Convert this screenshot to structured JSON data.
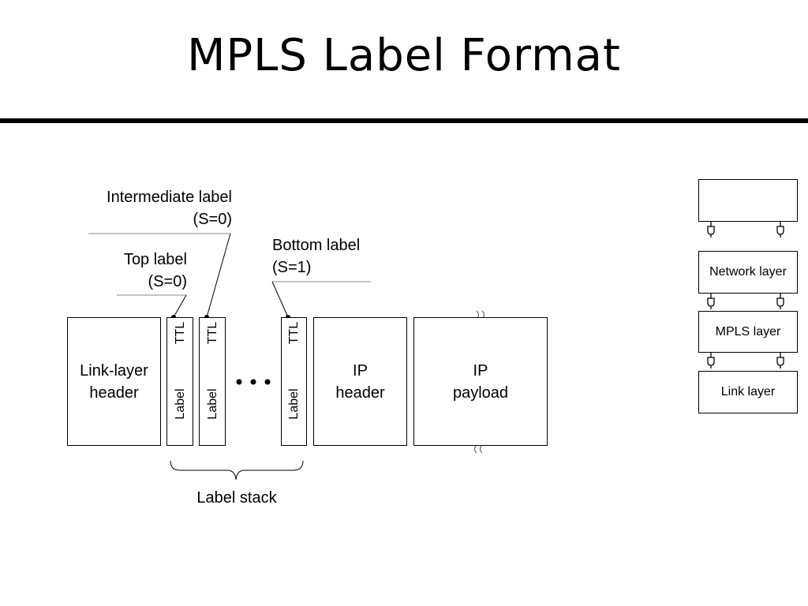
{
  "title": "MPLS Label Format",
  "labels": {
    "intermediate_line1": "Intermediate label",
    "intermediate_line2": "(S=0)",
    "top_line1": "Top label",
    "top_line2": "(S=0)",
    "bottom_line1": "Bottom label",
    "bottom_line2": "(S=1)",
    "label_stack": "Label stack"
  },
  "packet": {
    "link_header_line1": "Link-layer",
    "link_header_line2": "header",
    "ip_header_line1": "IP",
    "ip_header_line2": "header",
    "ip_payload_line1": "IP",
    "ip_payload_line2": "payload",
    "ttl": "TTL",
    "label": "Label"
  },
  "layers": {
    "network": "Network layer",
    "mpls": "MPLS layer",
    "link": "Link layer"
  }
}
